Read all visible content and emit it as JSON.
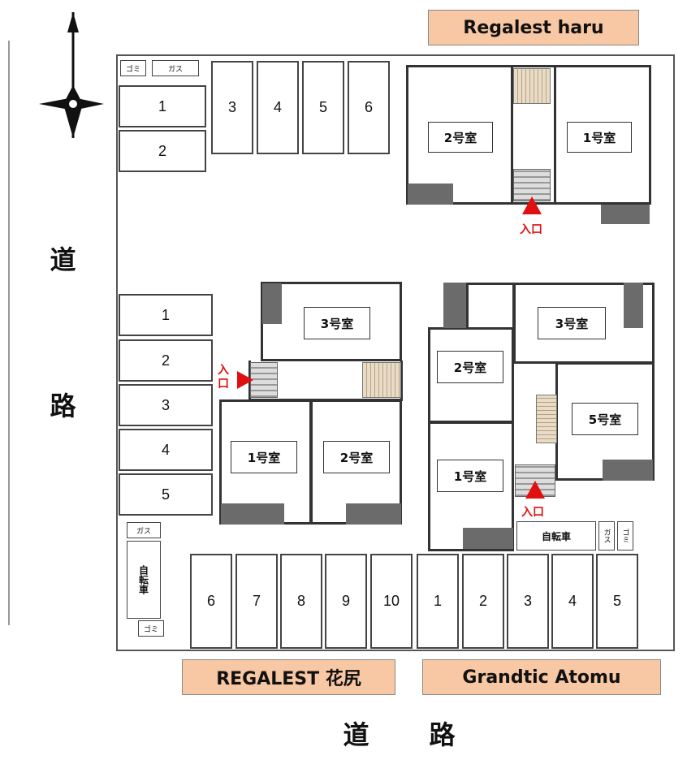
{
  "buildings": {
    "top": "Regalest haru",
    "bottom_left": "REGALEST 花尻",
    "bottom_right": "Grandtic Atomu"
  },
  "road": {
    "left_top": "道",
    "left_bottom": "路",
    "bottom_left": "道",
    "bottom_right": "路"
  },
  "entrance": "入口",
  "rooms": {
    "haru_2": "2号室",
    "haru_1": "1号室",
    "hanajiri_3": "3号室",
    "hanajiri_1": "1号室",
    "hanajiri_2": "2号室",
    "atomu_3": "3号室",
    "atomu_2": "2号室",
    "atomu_5": "5号室",
    "atomu_1": "1号室"
  },
  "parking_top_left": [
    "1",
    "2"
  ],
  "parking_top_row": [
    "3",
    "4",
    "5",
    "6"
  ],
  "parking_mid_left": [
    "1",
    "2",
    "3",
    "4",
    "5"
  ],
  "parking_bottom_left": [
    "6",
    "7",
    "8",
    "9",
    "10"
  ],
  "parking_bottom_right": [
    "1",
    "2",
    "3",
    "4",
    "5"
  ],
  "small": {
    "gomi": "ゴミ",
    "gas": "ガス",
    "bicycle": "自転車"
  }
}
